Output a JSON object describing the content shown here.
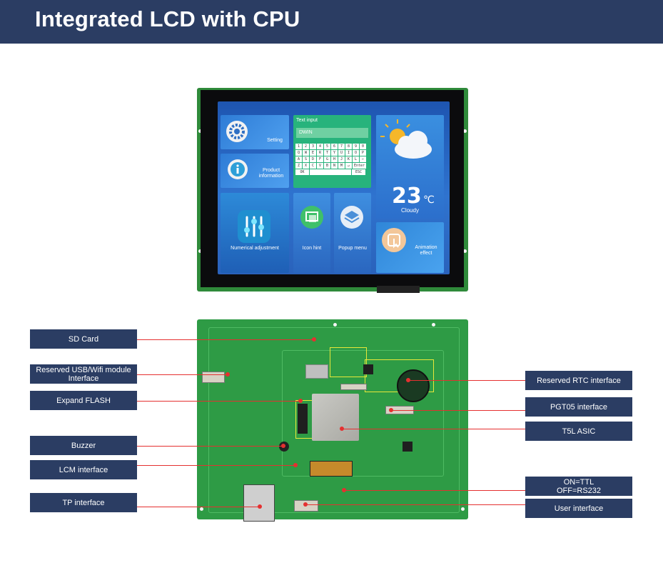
{
  "header": {
    "title": "Integrated LCD with CPU"
  },
  "screen": {
    "setting": "Setting",
    "product_info": "Product information",
    "text_input_title": "Text input",
    "text_input_value": "DWIN",
    "keyboard": {
      "row1": [
        "1",
        "2",
        "3",
        "4",
        "5",
        "6",
        "7",
        "8",
        "9",
        "0"
      ],
      "row2": [
        "Q",
        "W",
        "E",
        "R",
        "T",
        "Y",
        "U",
        "I",
        "O",
        "P"
      ],
      "row3": [
        "A",
        "S",
        "D",
        "F",
        "G",
        "H",
        "J",
        "K",
        "L",
        "←"
      ],
      "row4": [
        "Z",
        "X",
        "C",
        "V",
        "B",
        "N",
        "M",
        "↵",
        "Enter"
      ],
      "row5": [
        "OK",
        "",
        "ESC"
      ]
    },
    "temperature": "23",
    "temperature_unit": "℃",
    "weather": "Cloudy",
    "numerical_adjustment": "Numerical adjustment",
    "icon_hint": "Icon hint",
    "popup_menu": "Popup menu",
    "animation_effect": "Animation effect"
  },
  "labels_left": {
    "sd_card": "SD Card",
    "usb_wifi": "Reserved USB/Wifi module Interface",
    "expand_flash": "Expand FLASH",
    "buzzer": "Buzzer",
    "lcm": "LCM interface",
    "tp": "TP interface"
  },
  "labels_right": {
    "rtc": "Reserved RTC interface",
    "pgt05": "PGT05 interface",
    "t5l": "T5L ASIC",
    "ttl_rs232": "ON=TTL\nOFF=RS232",
    "user": "User interface"
  },
  "colors": {
    "header_bg": "#2b3d63",
    "label_bg": "#2b3d63",
    "pointer_line": "#e53030",
    "pcb_green": "#2e9b45"
  }
}
